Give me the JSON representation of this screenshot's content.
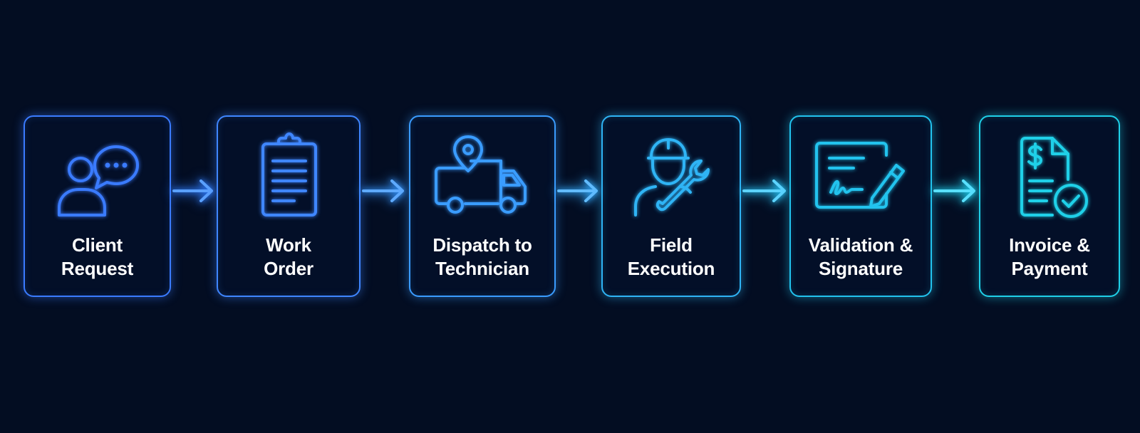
{
  "steps": [
    {
      "line1": "Client",
      "line2": "Request",
      "icon": "client-chat-icon",
      "color": "#3a7bff"
    },
    {
      "line1": "Work",
      "line2": "Order",
      "icon": "clipboard-icon",
      "color": "#3f86ff"
    },
    {
      "line1": "Dispatch to",
      "line2": "Technician",
      "icon": "delivery-truck-location-icon",
      "color": "#3a9cff"
    },
    {
      "line1": "Field",
      "line2": "Execution",
      "icon": "technician-wrench-icon",
      "color": "#2fb4f5"
    },
    {
      "line1": "Validation &",
      "line2": "Signature",
      "icon": "signed-document-pen-icon",
      "color": "#22c3ee"
    },
    {
      "line1": "Invoice &",
      "line2": "Payment",
      "icon": "invoice-check-icon",
      "color": "#1fd0e8"
    }
  ],
  "arrow_colors": [
    "#2f7dff",
    "#3596ff",
    "#33acff",
    "#26c3f5",
    "#1fd2ef"
  ]
}
